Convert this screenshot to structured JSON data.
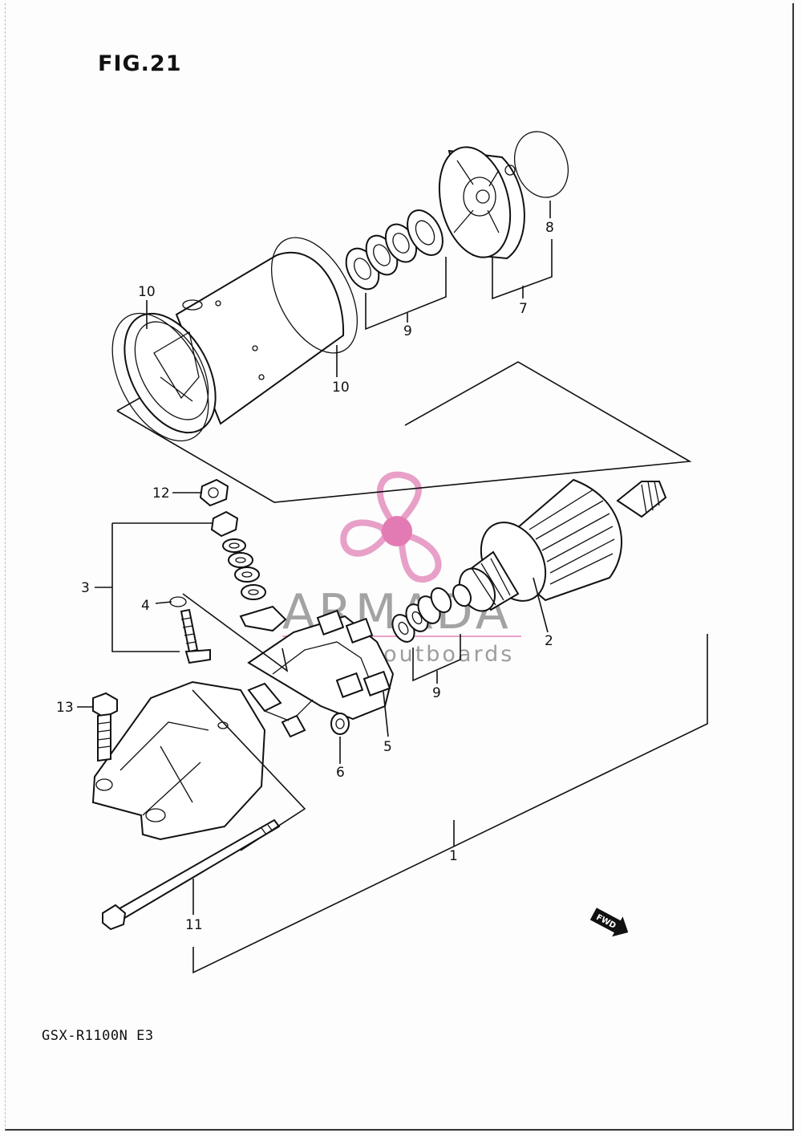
{
  "figure": {
    "title": "FIG.21",
    "model_code": "GSX-R1100N E3"
  },
  "callouts": [
    {
      "id": "part-1",
      "number": "1"
    },
    {
      "id": "part-2",
      "number": "2"
    },
    {
      "id": "part-3",
      "number": "3"
    },
    {
      "id": "part-4",
      "number": "4"
    },
    {
      "id": "part-5",
      "number": "5"
    },
    {
      "id": "part-6",
      "number": "6"
    },
    {
      "id": "part-7",
      "number": "7"
    },
    {
      "id": "part-8",
      "number": "8"
    },
    {
      "id": "part-9-upper",
      "number": "9"
    },
    {
      "id": "part-9-lower",
      "number": "9"
    },
    {
      "id": "part-10-upper",
      "number": "10"
    },
    {
      "id": "part-10-lower",
      "number": "10"
    },
    {
      "id": "part-11",
      "number": "11"
    },
    {
      "id": "part-12",
      "number": "12"
    },
    {
      "id": "part-13",
      "number": "13"
    }
  ],
  "direction_badge": {
    "text": "FWD"
  },
  "watermark": {
    "brand": "ARMADA",
    "tagline": "motive outboards",
    "logo_color": "#e8a0c8",
    "hub_color": "#e27bb4"
  },
  "colors": {
    "ink": "#111111",
    "paper": "#fdfdfd"
  }
}
